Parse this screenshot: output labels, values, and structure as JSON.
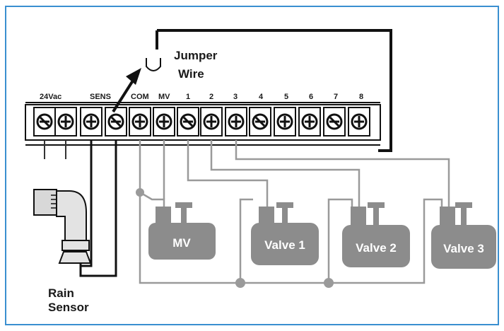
{
  "terminal_labels": [
    "24Vac",
    "SENS",
    "COM",
    "MV",
    "1",
    "2",
    "3",
    "4",
    "5",
    "6",
    "7",
    "8"
  ],
  "jumper_label_line1": "Jumper",
  "jumper_label_line2": "Wire",
  "rain_label_line1": "Rain",
  "rain_label_line2": "Sensor",
  "valves": [
    "MV",
    "Valve 1",
    "Valve 2",
    "Valve 3"
  ],
  "colors": {
    "frame": "#3a8fd0",
    "wire": "#9a9a9a",
    "valve": "#8c8c8c",
    "sensor_wire": "#111111"
  }
}
